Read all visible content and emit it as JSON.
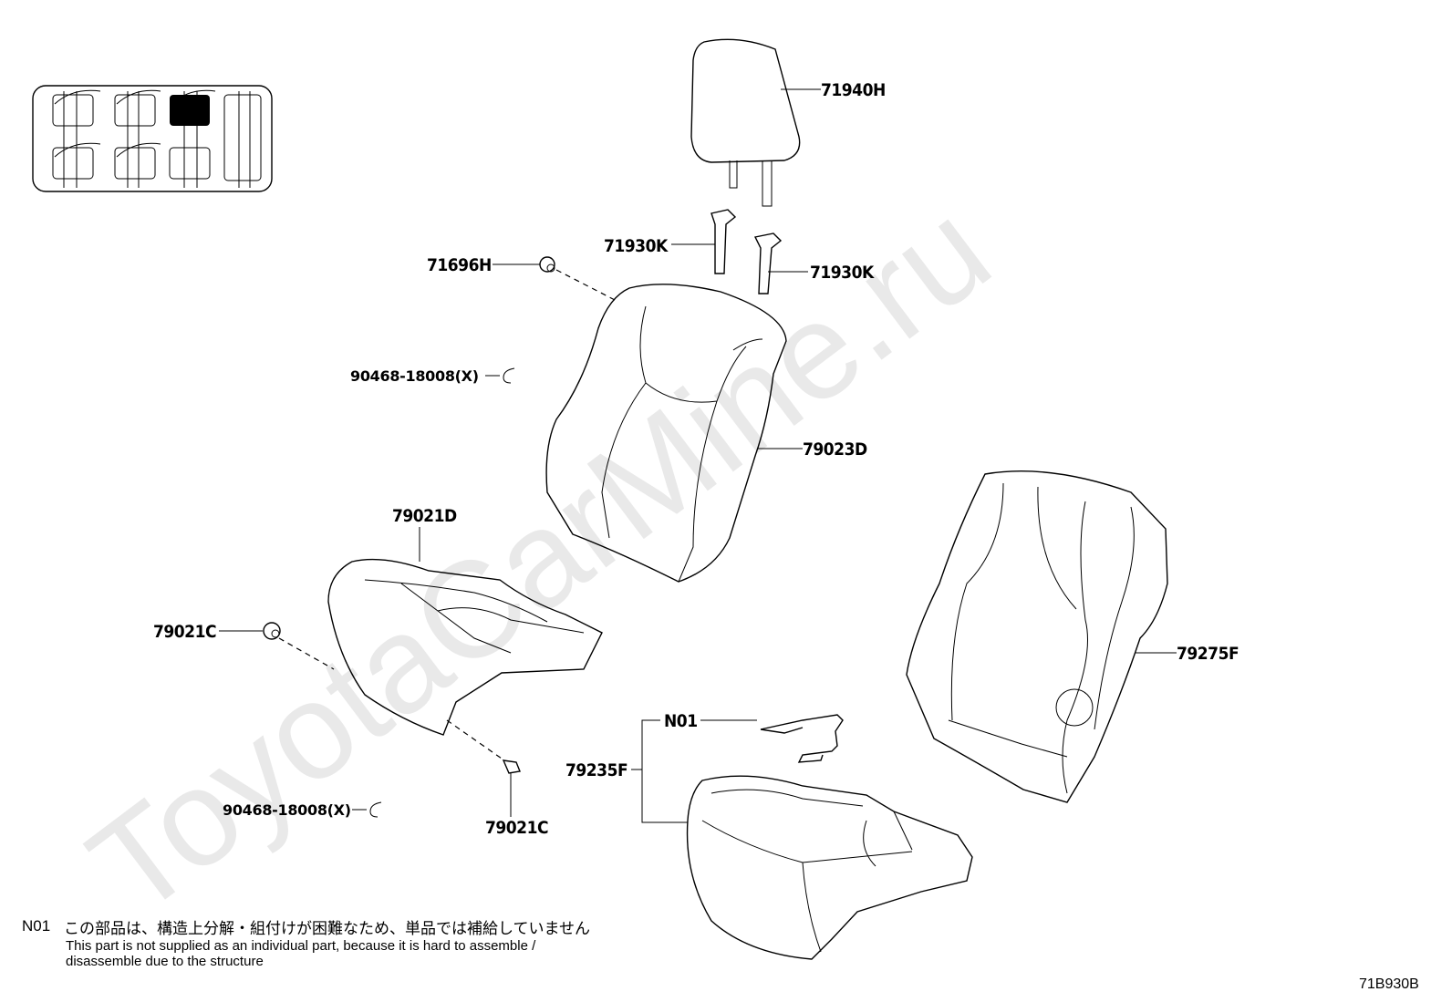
{
  "watermark": "ToyotaCarMine.ru",
  "parts": {
    "headrest": "71940H",
    "headrest_support_upper": "71930K",
    "headrest_support_lower": "71930K",
    "hook_upper": "71696H",
    "clip_upper": "90468-18008(X)",
    "back_cover": "79023D",
    "cushion_cover": "79021D",
    "clip_cushion_left": "79021C",
    "clip_cushion_bottom": "79021C",
    "clip_lower": "90468-18008(X)",
    "back_pad": "79275F",
    "note_part": "N01",
    "cushion_pad": "79235F"
  },
  "note": {
    "code": "N01",
    "jp": "この部品は、構造上分解・組付けが困難なため、単品では補給していません",
    "en_line1": "This part is not supplied as an individual part, because it is hard to assemble /",
    "en_line2": "disassemble due to the structure"
  },
  "drawing_number": "71B930B"
}
